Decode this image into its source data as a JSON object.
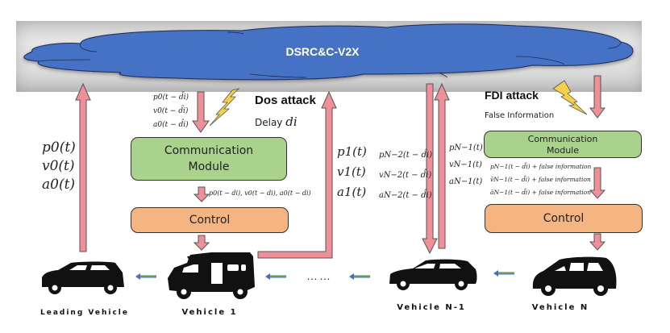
{
  "network": {
    "label": "DSRC&C-V2X",
    "cloud_color": "#4472c4"
  },
  "leading_vehicle": {
    "label": "Leading Vehicle",
    "states": [
      "p0(t)",
      "v0(t)",
      "a0(t)"
    ]
  },
  "vehicle1": {
    "label": "Vehicle 1",
    "received_states": [
      "p0(t − d̂i)",
      "v0(t − d̂i)",
      "a0(t − d̂i)"
    ],
    "attack": {
      "title": "Dos attack",
      "description": "Delay",
      "symbol": "di"
    },
    "communication_module": {
      "line1": "Communication",
      "line2": "Module"
    },
    "delayed_output": "p0(t − di), v0(t − di), a0(t − di)",
    "control": "Control",
    "broadcast_states": [
      "p1(t)",
      "v1(t)",
      "a1(t)"
    ]
  },
  "ellipsis": "……",
  "vehicle_n_minus_1": {
    "label": "Vehicle N-1",
    "received_states": [
      "pN−2(t − d̂i)",
      "vN−2(t − d̂i)",
      "aN−2(t − d̂i)"
    ],
    "broadcast_states": [
      "pN−1(t)",
      "vN−1(t)",
      "aN−1(t)"
    ]
  },
  "vehicle_n": {
    "label": "Vehicle N",
    "attack": {
      "title": "FDI attack",
      "description": "False Information"
    },
    "communication_module": {
      "line1": "Communication",
      "line2": "Module"
    },
    "falsified_outputs": [
      "pN−1(t − d̂i) + false information",
      "v̄N−1(t − d̂i) + false information",
      "āN−1(t − d̂i) + false information"
    ],
    "control": "Control"
  },
  "colors": {
    "arrow_fill": "#ef8f9a",
    "arrow_stroke": "#555555",
    "comm_module": "#a9d38c",
    "control": "#f4b583",
    "lightning": "#f7d04a",
    "chain_arrow": "#6aa84f",
    "chain_arrow_stroke": "#4a6fb5"
  }
}
